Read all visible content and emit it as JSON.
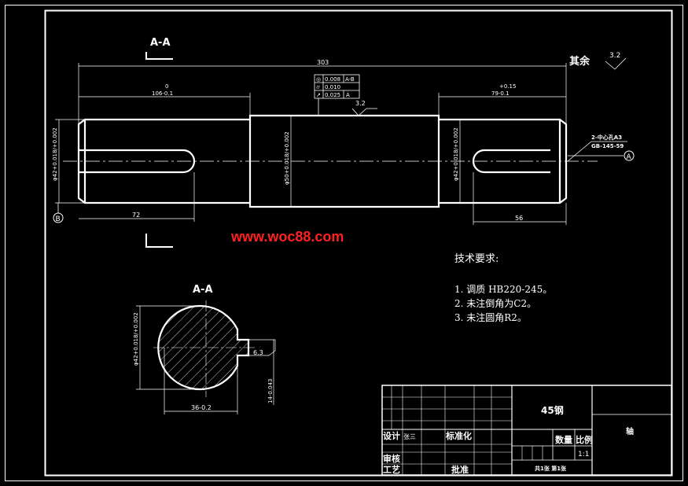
{
  "colors": {
    "background": "#000000",
    "lines": "#ffffff",
    "watermark": "#ff2020"
  },
  "section_marks": {
    "top": "A-A",
    "view_title": "A-A"
  },
  "datum_labels": {
    "a": "A",
    "b": "B"
  },
  "dimensions": {
    "overall_length": "303",
    "left_zero": "0",
    "left_segment": "106-0.1",
    "right_tol": "+0.15",
    "right_segment": "79-0.1",
    "left_keyway": "72",
    "right_keyway": "56",
    "left_dia": "φ42+0.018/+0.002",
    "mid_dia": "φ50+0.018/+0.002",
    "right_dia": "φ42+0.018/+0.002",
    "section_dia": "φ42+0.018/+0.002",
    "key_width": "6.3",
    "key_depth": "14-0.043",
    "section_width": "36-0.2"
  },
  "geometric_tolerances": [
    {
      "symbol": "◎",
      "value": "0.008",
      "datum": "A-B"
    },
    {
      "symbol": "⌭",
      "value": "0.010",
      "datum": ""
    },
    {
      "symbol": "↗",
      "value": "0.025",
      "datum": "A"
    }
  ],
  "roughness": {
    "rest_label": "其余",
    "rest_value": "3.2",
    "center_value": "3.2"
  },
  "center_hole_note": {
    "line1": "2-中心孔A3",
    "line2": "GB-145-59"
  },
  "watermark": "www.woc88.com",
  "tech_requirements": {
    "title": "技术要求:",
    "items": [
      "1. 调质 HB220-245。",
      "2. 未注倒角为C2。",
      "3. 未注圆角R2。"
    ]
  },
  "title_block": {
    "material": "45钢",
    "part_name": "轴",
    "design_label": "设计",
    "designer": "张三",
    "standardize_label": "标准化",
    "review_label": "审核",
    "process_label": "工艺",
    "approve_label": "批准",
    "quantity_label": "数量",
    "scale_label": "比例",
    "scale_value": "1:1",
    "sheet_info": "共1张 第1张"
  }
}
